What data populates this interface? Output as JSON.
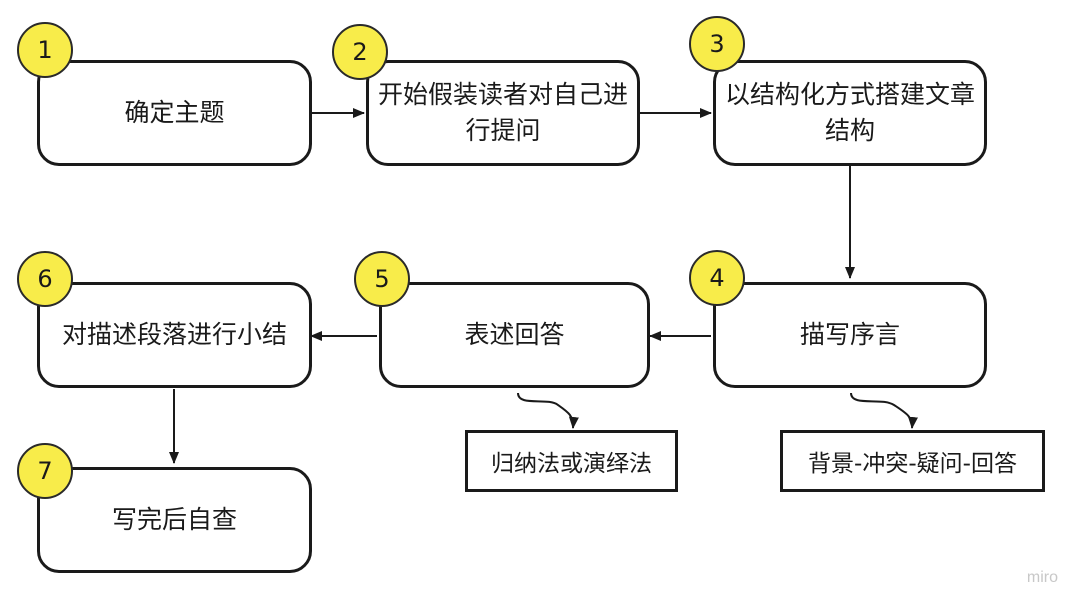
{
  "steps": [
    {
      "number": "1",
      "label": "确定主题"
    },
    {
      "number": "2",
      "label": "开始假装读者对自己进行提问"
    },
    {
      "number": "3",
      "label": "以结构化方式搭建文章结构"
    },
    {
      "number": "4",
      "label": "描写序言"
    },
    {
      "number": "5",
      "label": "表述回答"
    },
    {
      "number": "6",
      "label": "对描述段落进行小结"
    },
    {
      "number": "7",
      "label": "写完后自查"
    }
  ],
  "notes": {
    "step5": "归纳法或演绎法",
    "step4": "背景-冲突-疑问-回答"
  },
  "colors": {
    "badge_fill": "#f8ec4a",
    "stroke": "#1a1a1a",
    "background": "#ffffff"
  },
  "brand": "miro"
}
